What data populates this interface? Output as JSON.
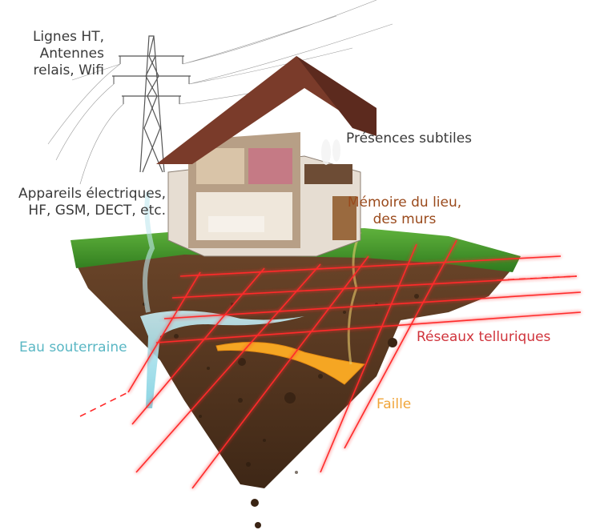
{
  "labels": {
    "lines_ht": [
      "Lignes HT,",
      "Antennes",
      "relais, Wifi"
    ],
    "appliances": [
      "Appareils électriques,",
      "HF, GSM, DECT, etc."
    ],
    "subtle_presences": "Présences subtiles",
    "place_memory": [
      "Mémoire du lieu,",
      "des murs"
    ],
    "underground_water": "Eau souterraine",
    "telluric_networks": "Réseaux telluriques",
    "fault": "Faille"
  },
  "colors": {
    "text_dark": "#3a3a3a",
    "place_memory": "#9a4a1c",
    "underground_water": "#5ab7c4",
    "telluric_networks": "#d0343c",
    "fault": "#f0a53a",
    "grid_lines": "#ff2a2a",
    "soil": "#5a3a22",
    "grass": "#3f8f2a"
  },
  "icons": [
    "power-pylon-icon",
    "house-cutaway-icon",
    "ghost-figures-icon",
    "soil-chunk-icon"
  ]
}
